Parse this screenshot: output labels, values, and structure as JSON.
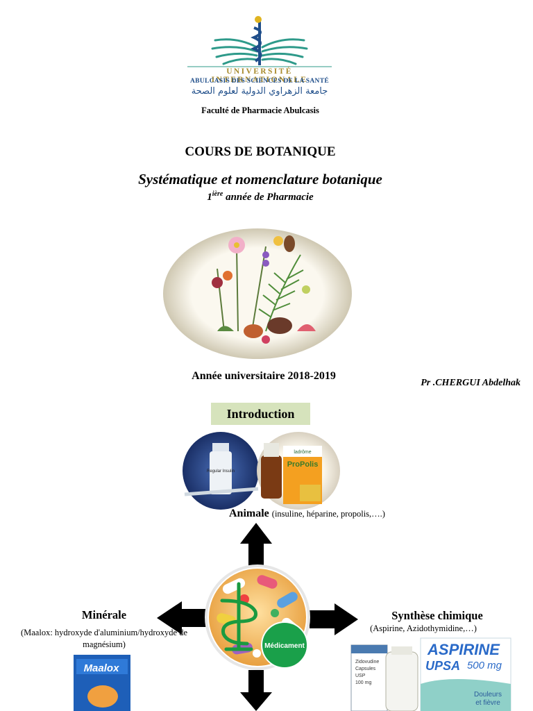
{
  "header": {
    "university_line1": "UNIVERSITÉ   INTERNATIONALE",
    "university_line2": "ABULCASIS DES SCIENCES DE LA SANTÉ",
    "university_arabic": "جامعة الزهراوي الدولية لعلوم الصحة",
    "faculty": "Faculté de Pharmacie Abulcasis"
  },
  "title": {
    "course": "COURS DE BOTANIQUE",
    "subtitle": "Systématique et nomenclature botanique",
    "year_prefix": "1",
    "year_sup": "ière",
    "year_suffix": " année de Pharmacie"
  },
  "footer": {
    "academic_year": "Année universitaire 2018-2019",
    "professor": "Pr .CHERGUI Abdelhak"
  },
  "section": {
    "heading": "Introduction",
    "heading_bg": "#d6e3bc"
  },
  "diagram": {
    "center_label": "Médicament",
    "animale_label": "Animale",
    "animale_desc": "(insuline, héparine, propolis,….)",
    "minerale_label": "Minérale",
    "minerale_desc": "(Maalox: hydroxyde d'aluminium/hydroxyde de magnésium)",
    "synthese_label": "Synthèse chimique",
    "synthese_desc": "(Aspirine, Azidothymidine,…)"
  },
  "products": {
    "insulin_label": "Regular Insulin",
    "propolis_brand": "ladrôme",
    "propolis_name": "ProPolis",
    "maalox_name": "Maalox",
    "aspirin_name": "ASPIRINE",
    "aspirin_sub": "UPSA",
    "aspirin_dose": "500 mg",
    "aspirin_note1": "Douleurs",
    "aspirin_note2": "et fièvre",
    "azt_label1": "Zidovudine",
    "azt_label2": "Capsules",
    "azt_label3": "USP",
    "azt_label4": "100 mg"
  }
}
